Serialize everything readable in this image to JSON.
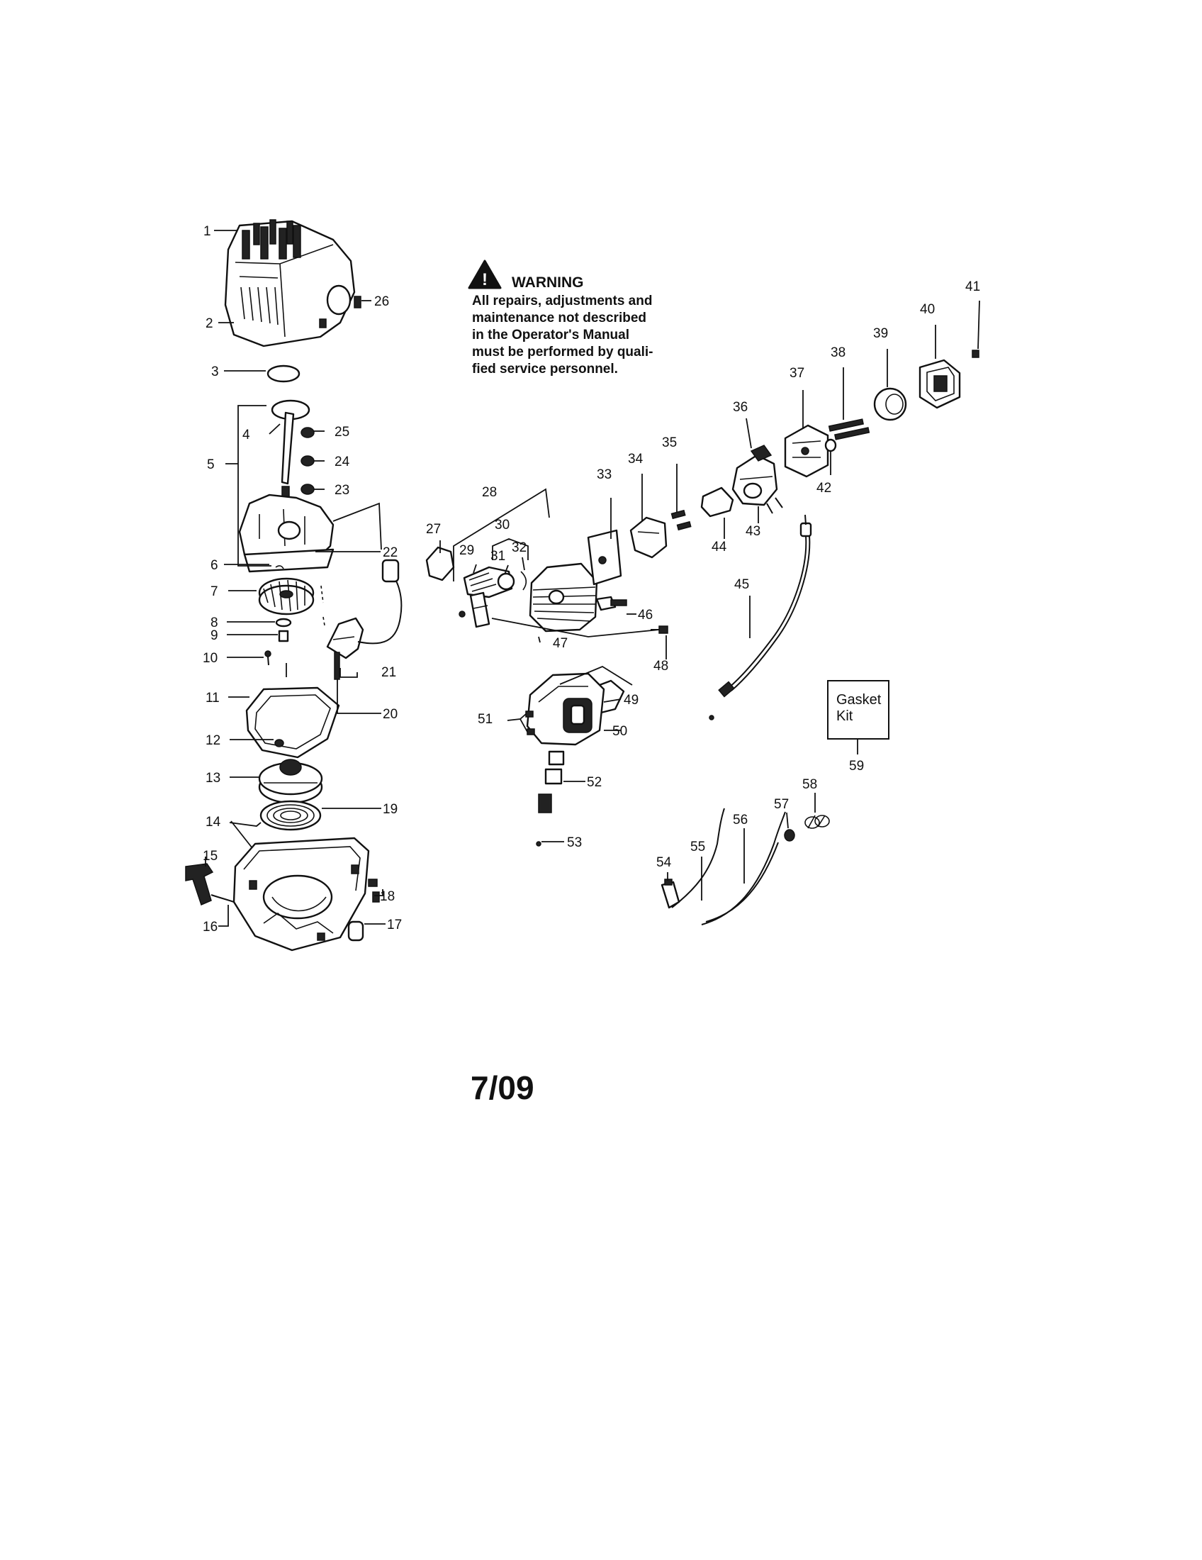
{
  "warning": {
    "title": "WARNING",
    "lines": [
      "All repairs, adjustments and",
      "maintenance not described",
      "in the Operator's Manual",
      "must be performed by quali-",
      "fied service personnel."
    ]
  },
  "gasket_kit": {
    "label_lines": [
      "Gasket",
      "Kit"
    ],
    "number": "59"
  },
  "page_date": "7/09",
  "callouts": [
    "1",
    "2",
    "3",
    "4",
    "5",
    "6",
    "7",
    "8",
    "9",
    "10",
    "11",
    "12",
    "13",
    "14",
    "15",
    "16",
    "17",
    "18",
    "19",
    "20",
    "21",
    "22",
    "23",
    "24",
    "25",
    "26",
    "27",
    "28",
    "29",
    "30",
    "31",
    "32",
    "33",
    "34",
    "35",
    "36",
    "37",
    "38",
    "39",
    "40",
    "41",
    "42",
    "43",
    "44",
    "45",
    "46",
    "47",
    "48",
    "49",
    "50",
    "51",
    "52",
    "53",
    "54",
    "55",
    "56",
    "57",
    "58"
  ]
}
